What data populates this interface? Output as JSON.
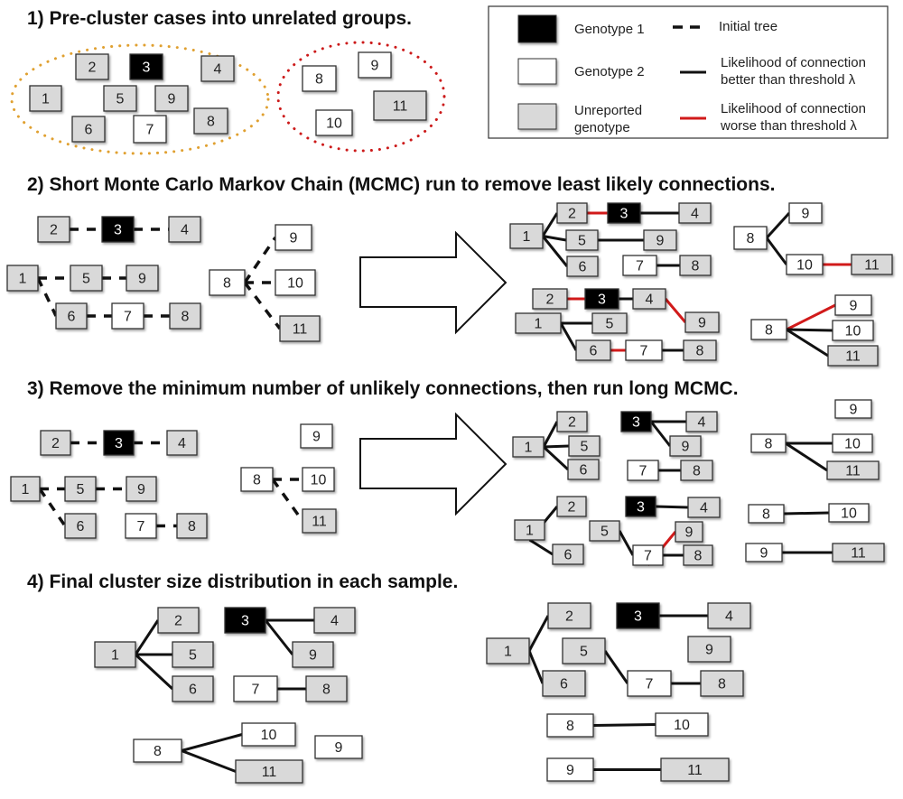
{
  "colors": {
    "genotype1": "#000000",
    "genotype2": "#ffffff",
    "unreported": "#d9d9d9",
    "good_edge": "#111111",
    "bad_edge": "#d11a1a",
    "orange_group": "#e0a030",
    "red_group": "#cc1a1a"
  },
  "steps": [
    {
      "title": "1) Pre-cluster cases into unrelated groups."
    },
    {
      "title": "2) Short Monte Carlo Markov Chain (MCMC) run to remove least likely connections."
    },
    {
      "title": "3) Remove the minimum number of unlikely connections, then run long MCMC."
    },
    {
      "title": "4) Final cluster size distribution in each sample."
    }
  ],
  "legend": {
    "items": [
      {
        "label": "Genotype 1",
        "type": "g1"
      },
      {
        "label": "Genotype 2",
        "type": "g2"
      },
      {
        "label": "Unreported genotype",
        "line1": "Unreported",
        "line2": "genotype",
        "type": "u"
      }
    ],
    "edges": [
      {
        "label": "Initial tree",
        "style": "dashed"
      },
      {
        "label": "Likelihood of connection better than threshold λ",
        "line1": "Likelihood of connection",
        "line2": "better than threshold λ",
        "style": "good"
      },
      {
        "label": "Likelihood of connection worse than threshold λ",
        "line1": "Likelihood of connection",
        "line2": "worse than threshold λ",
        "style": "bad"
      }
    ]
  },
  "node_types": {
    "g1": "Genotype 1",
    "g2": "Genotype 2",
    "u": "Unreported genotype"
  },
  "panels": {
    "s1_groupA": {
      "nodes": [
        [
          "1",
          "u"
        ],
        [
          "2",
          "u"
        ],
        [
          "3",
          "g1"
        ],
        [
          "4",
          "u"
        ],
        [
          "5",
          "u"
        ],
        [
          "9",
          "u"
        ],
        [
          "6",
          "u"
        ],
        [
          "7",
          "g2"
        ],
        [
          "8",
          "u"
        ]
      ],
      "edges": []
    },
    "s1_groupB": {
      "nodes": [
        [
          "8",
          "g2"
        ],
        [
          "9",
          "g2"
        ],
        [
          "10",
          "g2"
        ],
        [
          "11",
          "u"
        ]
      ],
      "edges": []
    },
    "s2_initA": {
      "nodes": [
        [
          "2",
          "u"
        ],
        [
          "3",
          "g1"
        ],
        [
          "4",
          "u"
        ],
        [
          "1",
          "u"
        ],
        [
          "5",
          "u"
        ],
        [
          "9",
          "u"
        ],
        [
          "6",
          "u"
        ],
        [
          "7",
          "g2"
        ],
        [
          "8",
          "u"
        ]
      ],
      "edges": [
        [
          "2",
          "3",
          "dashed"
        ],
        [
          "3",
          "4",
          "dashed"
        ],
        [
          "1",
          "5",
          "dashed"
        ],
        [
          "5",
          "9",
          "dashed"
        ],
        [
          "1",
          "6",
          "dashed"
        ],
        [
          "6",
          "7",
          "dashed"
        ],
        [
          "7",
          "8",
          "dashed"
        ]
      ]
    },
    "s2_initB": {
      "nodes": [
        [
          "8",
          "g2"
        ],
        [
          "9",
          "g2"
        ],
        [
          "10",
          "g2"
        ],
        [
          "11",
          "u"
        ]
      ],
      "edges": [
        [
          "8",
          "9",
          "dashed"
        ],
        [
          "8",
          "10",
          "dashed"
        ],
        [
          "8",
          "11",
          "dashed"
        ]
      ]
    },
    "s2_sampleA1": {
      "nodes": [
        [
          "1",
          "u"
        ],
        [
          "2",
          "u"
        ],
        [
          "3",
          "g1"
        ],
        [
          "4",
          "u"
        ],
        [
          "5",
          "u"
        ],
        [
          "9",
          "u"
        ],
        [
          "6",
          "u"
        ],
        [
          "7",
          "g2"
        ],
        [
          "8",
          "u"
        ]
      ],
      "edges": [
        [
          "1",
          "2",
          "good"
        ],
        [
          "2",
          "3",
          "bad"
        ],
        [
          "3",
          "4",
          "good"
        ],
        [
          "1",
          "5",
          "good"
        ],
        [
          "5",
          "9",
          "good"
        ],
        [
          "1",
          "6",
          "good"
        ],
        [
          "7",
          "8",
          "good"
        ]
      ]
    },
    "s2_sampleB1": {
      "nodes": [
        [
          "8",
          "g2"
        ],
        [
          "9",
          "g2"
        ],
        [
          "10",
          "g2"
        ],
        [
          "11",
          "u"
        ]
      ],
      "edges": [
        [
          "8",
          "9",
          "good"
        ],
        [
          "8",
          "10",
          "good"
        ],
        [
          "10",
          "11",
          "bad"
        ]
      ]
    },
    "s2_sampleA2": {
      "nodes": [
        [
          "2",
          "u"
        ],
        [
          "3",
          "g1"
        ],
        [
          "4",
          "u"
        ],
        [
          "9",
          "u"
        ],
        [
          "1",
          "u"
        ],
        [
          "5",
          "u"
        ],
        [
          "6",
          "u"
        ],
        [
          "7",
          "g2"
        ],
        [
          "8",
          "u"
        ]
      ],
      "edges": [
        [
          "2",
          "3",
          "bad"
        ],
        [
          "3",
          "4",
          "good"
        ],
        [
          "4",
          "9",
          "bad"
        ],
        [
          "1",
          "5",
          "good"
        ],
        [
          "1",
          "6",
          "good"
        ],
        [
          "6",
          "7",
          "bad"
        ],
        [
          "7",
          "8",
          "good"
        ]
      ]
    },
    "s2_sampleB2": {
      "nodes": [
        [
          "8",
          "g2"
        ],
        [
          "9",
          "g2"
        ],
        [
          "10",
          "g2"
        ],
        [
          "11",
          "u"
        ]
      ],
      "edges": [
        [
          "8",
          "9",
          "bad"
        ],
        [
          "8",
          "10",
          "good"
        ],
        [
          "8",
          "11",
          "good"
        ]
      ]
    },
    "s3_initA": {
      "nodes": [
        [
          "2",
          "u"
        ],
        [
          "3",
          "g1"
        ],
        [
          "4",
          "u"
        ],
        [
          "1",
          "u"
        ],
        [
          "5",
          "u"
        ],
        [
          "9",
          "u"
        ],
        [
          "6",
          "u"
        ],
        [
          "7",
          "g2"
        ],
        [
          "8",
          "u"
        ]
      ],
      "edges": [
        [
          "2",
          "3",
          "dashed"
        ],
        [
          "3",
          "4",
          "dashed"
        ],
        [
          "1",
          "5",
          "dashed"
        ],
        [
          "5",
          "9",
          "dashed"
        ],
        [
          "1",
          "6",
          "dashed"
        ],
        [
          "7",
          "8",
          "dashed"
        ]
      ]
    },
    "s3_initB": {
      "nodes": [
        [
          "9",
          "g2"
        ],
        [
          "8",
          "g2"
        ],
        [
          "10",
          "g2"
        ],
        [
          "11",
          "u"
        ]
      ],
      "edges": [
        [
          "8",
          "10",
          "dashed"
        ],
        [
          "8",
          "11",
          "dashed"
        ]
      ]
    },
    "s3_sampleA1": {
      "nodes": [
        [
          "1",
          "u"
        ],
        [
          "2",
          "u"
        ],
        [
          "5",
          "u"
        ],
        [
          "6",
          "u"
        ],
        [
          "3",
          "g1"
        ],
        [
          "4",
          "u"
        ],
        [
          "9",
          "u"
        ],
        [
          "7",
          "g2"
        ],
        [
          "8",
          "u"
        ]
      ],
      "edges": [
        [
          "1",
          "2",
          "good"
        ],
        [
          "1",
          "5",
          "good"
        ],
        [
          "1",
          "6",
          "good"
        ],
        [
          "3",
          "4",
          "good"
        ],
        [
          "3",
          "9",
          "good"
        ],
        [
          "7",
          "8",
          "good"
        ]
      ]
    },
    "s3_sampleB1": {
      "nodes": [
        [
          "9",
          "g2"
        ],
        [
          "8",
          "g2"
        ],
        [
          "10",
          "g2"
        ],
        [
          "11",
          "u"
        ]
      ],
      "edges": [
        [
          "8",
          "10",
          "good"
        ],
        [
          "8",
          "11",
          "good"
        ]
      ]
    },
    "s3_sampleA2": {
      "nodes": [
        [
          "1",
          "u"
        ],
        [
          "2",
          "u"
        ],
        [
          "6",
          "u"
        ],
        [
          "3",
          "g1"
        ],
        [
          "4",
          "u"
        ],
        [
          "5",
          "u"
        ],
        [
          "7",
          "g2"
        ],
        [
          "9",
          "u"
        ],
        [
          "8",
          "u"
        ]
      ],
      "edges": [
        [
          "1",
          "2",
          "good"
        ],
        [
          "1",
          "6",
          "good"
        ],
        [
          "3",
          "4",
          "good"
        ],
        [
          "5",
          "7",
          "good"
        ],
        [
          "7",
          "9",
          "bad"
        ],
        [
          "7",
          "8",
          "good"
        ]
      ]
    },
    "s3_sampleB2": {
      "nodes": [
        [
          "8",
          "g2"
        ],
        [
          "10",
          "g2"
        ],
        [
          "9",
          "g2"
        ],
        [
          "11",
          "u"
        ]
      ],
      "edges": [
        [
          "8",
          "10",
          "good"
        ],
        [
          "9",
          "11",
          "good"
        ]
      ]
    },
    "s4_sampleA1": {
      "nodes": [
        [
          "1",
          "u"
        ],
        [
          "2",
          "u"
        ],
        [
          "5",
          "u"
        ],
        [
          "6",
          "u"
        ],
        [
          "3",
          "g1"
        ],
        [
          "4",
          "u"
        ],
        [
          "9",
          "u"
        ],
        [
          "7",
          "g2"
        ],
        [
          "8",
          "u"
        ]
      ],
      "edges": [
        [
          "1",
          "2",
          "good"
        ],
        [
          "1",
          "5",
          "good"
        ],
        [
          "1",
          "6",
          "good"
        ],
        [
          "3",
          "4",
          "good"
        ],
        [
          "3",
          "9",
          "good"
        ],
        [
          "7",
          "8",
          "good"
        ]
      ]
    },
    "s4_sampleB1": {
      "nodes": [
        [
          "8",
          "g2"
        ],
        [
          "10",
          "g2"
        ],
        [
          "11",
          "u"
        ],
        [
          "9",
          "g2"
        ]
      ],
      "edges": [
        [
          "8",
          "10",
          "good"
        ],
        [
          "8",
          "11",
          "good"
        ]
      ]
    },
    "s4_sampleA2": {
      "nodes": [
        [
          "1",
          "u"
        ],
        [
          "2",
          "u"
        ],
        [
          "6",
          "u"
        ],
        [
          "3",
          "g1"
        ],
        [
          "4",
          "u"
        ],
        [
          "5",
          "u"
        ],
        [
          "9",
          "u"
        ],
        [
          "7",
          "g2"
        ],
        [
          "8",
          "u"
        ]
      ],
      "edges": [
        [
          "1",
          "2",
          "good"
        ],
        [
          "1",
          "6",
          "good"
        ],
        [
          "3",
          "4",
          "good"
        ],
        [
          "5",
          "7",
          "good"
        ],
        [
          "7",
          "8",
          "good"
        ]
      ]
    },
    "s4_sampleB2": {
      "nodes": [
        [
          "8",
          "g2"
        ],
        [
          "10",
          "g2"
        ],
        [
          "9",
          "g2"
        ],
        [
          "11",
          "u"
        ]
      ],
      "edges": [
        [
          "8",
          "10",
          "good"
        ],
        [
          "9",
          "11",
          "good"
        ]
      ]
    }
  }
}
